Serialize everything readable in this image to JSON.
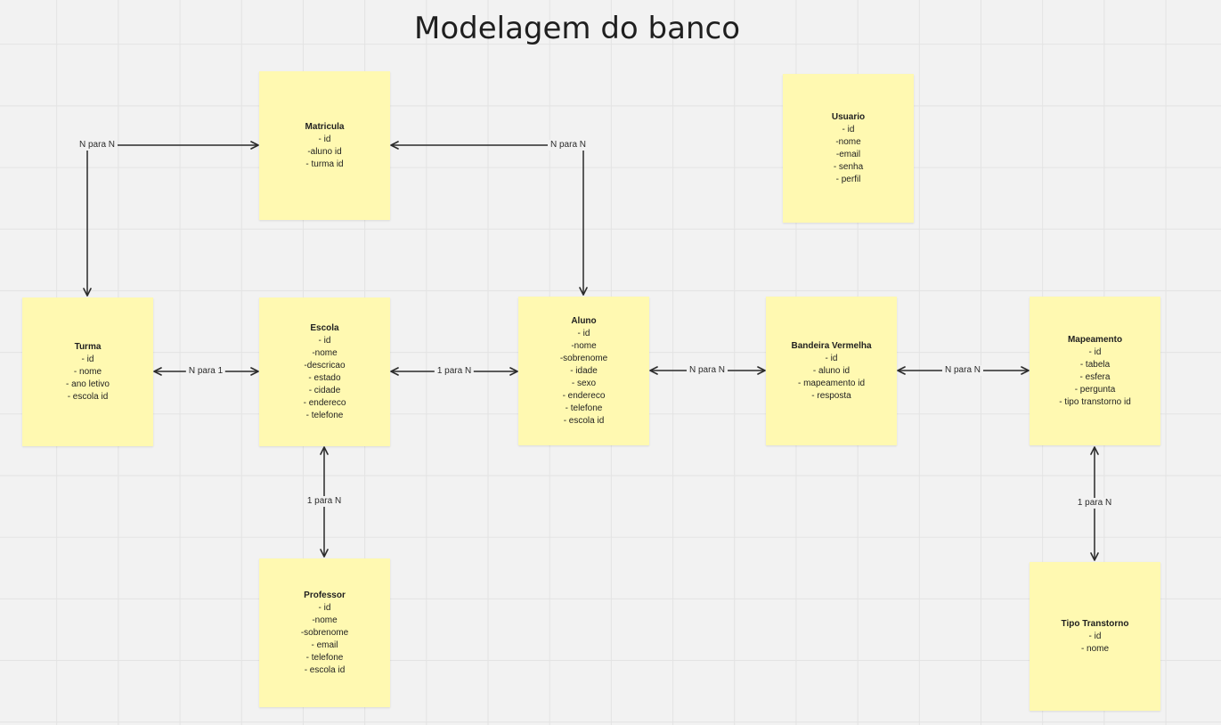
{
  "title": "Modelagem do banco",
  "colors": {
    "note": "#fff9b1",
    "canvas": "#f2f2f2",
    "grid": "#e3e3e3",
    "line": "#2b2b2b"
  },
  "entities": [
    {
      "title": "Matricula",
      "fields": [
        "- id",
        "-aluno id",
        "- turma id"
      ]
    },
    {
      "title": "Usuario",
      "fields": [
        "- id",
        "-nome",
        "-email",
        "- senha",
        "- perfil"
      ]
    },
    {
      "title": "Turma",
      "fields": [
        "- id",
        "- nome",
        "- ano letivo",
        "- escola id"
      ]
    },
    {
      "title": "Escola",
      "fields": [
        "- id",
        "-nome",
        "-descricao",
        "- estado",
        "- cidade",
        "- endereco",
        "- telefone"
      ]
    },
    {
      "title": "Aluno",
      "fields": [
        "- id",
        "-nome",
        "-sobrenome",
        "- idade",
        "- sexo",
        "- endereco",
        "- telefone",
        "- escola id"
      ]
    },
    {
      "title": "Bandeira Vermelha",
      "fields": [
        "- id",
        "- aluno id",
        "- mapeamento id",
        "- resposta"
      ]
    },
    {
      "title": "Mapeamento",
      "fields": [
        "- id",
        "- tabela",
        "- esfera",
        "- pergunta",
        "- tipo transtorno id"
      ]
    },
    {
      "title": "Professor",
      "fields": [
        "- id",
        "-nome",
        "-sobrenome",
        "- email",
        "- telefone",
        "- escola id"
      ]
    },
    {
      "title": "Tipo Transtorno",
      "fields": [
        "- id",
        "- nome"
      ]
    }
  ],
  "relationships": [
    {
      "label": "N para N"
    },
    {
      "label": "N para N"
    },
    {
      "label": "N para 1"
    },
    {
      "label": "1 para N"
    },
    {
      "label": "N para N"
    },
    {
      "label": "N para N"
    },
    {
      "label": "1 para N"
    },
    {
      "label": "1 para N"
    }
  ]
}
